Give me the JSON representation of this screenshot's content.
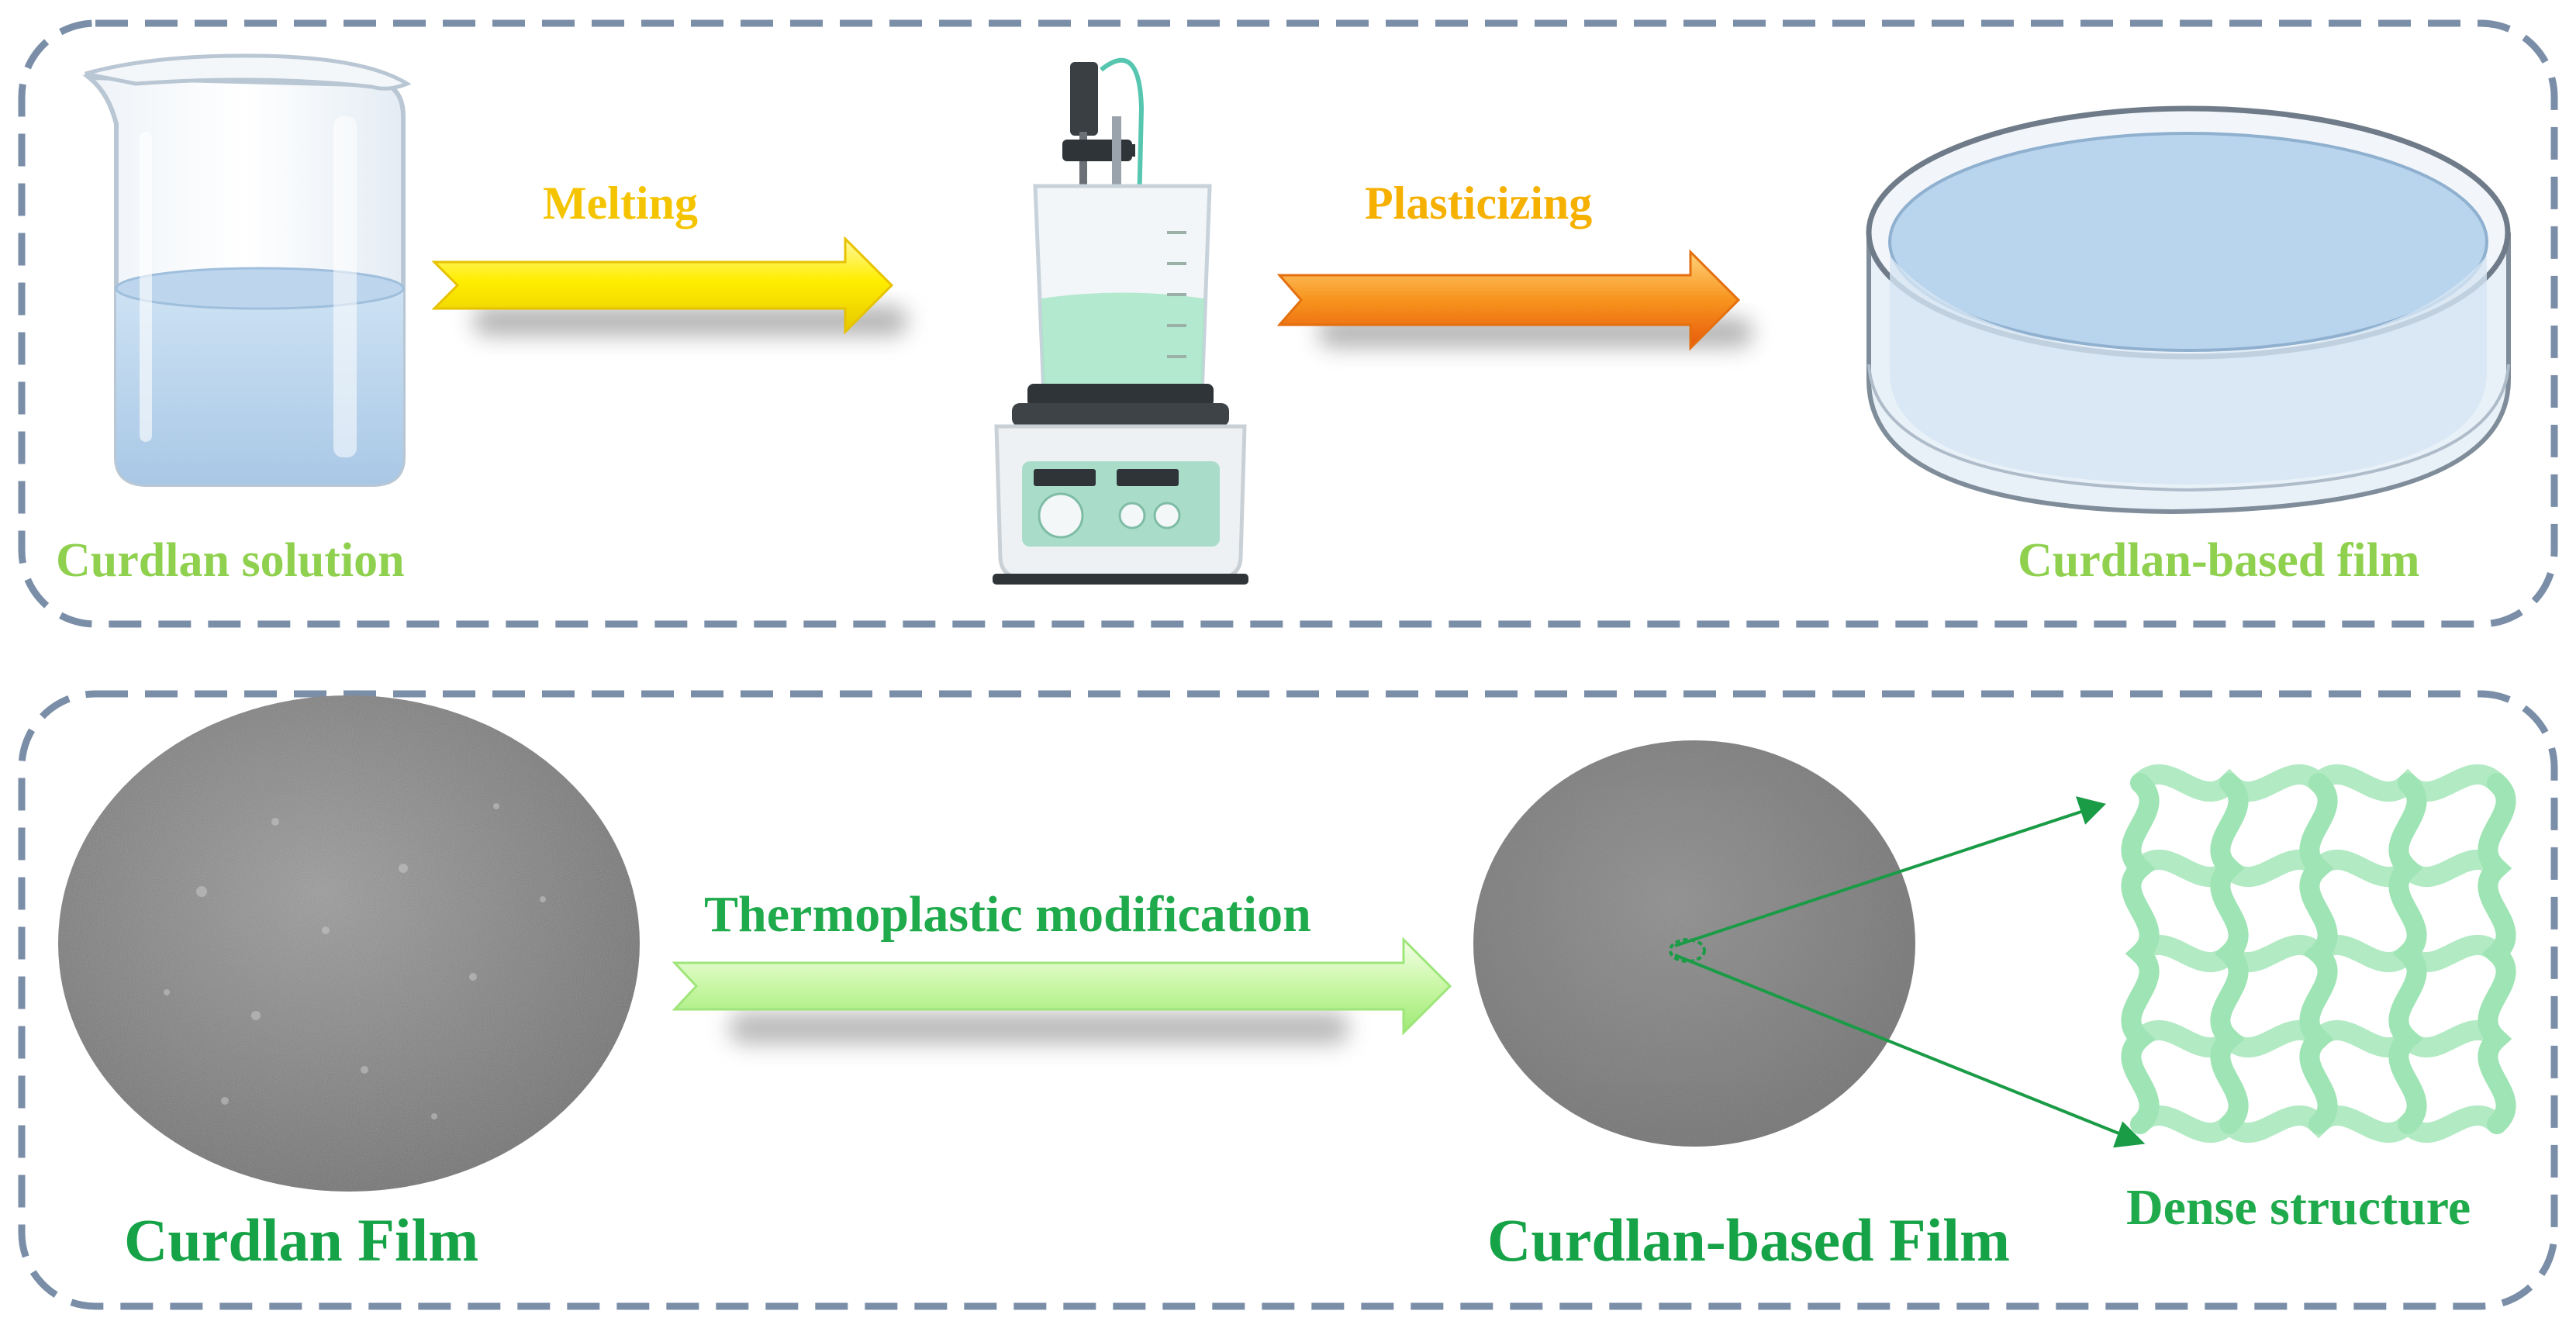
{
  "top_panel": {
    "steps": [
      {
        "label": "Curdlan solution",
        "icon": "beaker-icon"
      },
      {
        "label": "",
        "icon": "magnetic-stirrer-icon"
      },
      {
        "label": "Curdlan-based film",
        "icon": "petri-dish-icon"
      }
    ],
    "arrows": [
      {
        "label": "Melting",
        "color": "#f5e600"
      },
      {
        "label": "Plasticizing",
        "color": "#f58a1f"
      }
    ]
  },
  "bottom_panel": {
    "left_film": {
      "label": "Curdlan Film"
    },
    "arrow": {
      "label": "Thermoplastic modification",
      "color": "#aef58a"
    },
    "right_film": {
      "label": "Curdlan-based Film"
    },
    "structure": {
      "label": "Dense structure",
      "color": "#8fe0a8"
    }
  },
  "colors": {
    "frame_dash": "#7b8ea8",
    "light_green_text": "#8fd14f",
    "dark_green_text": "#16a347",
    "yellow_text": "#f5c400"
  }
}
